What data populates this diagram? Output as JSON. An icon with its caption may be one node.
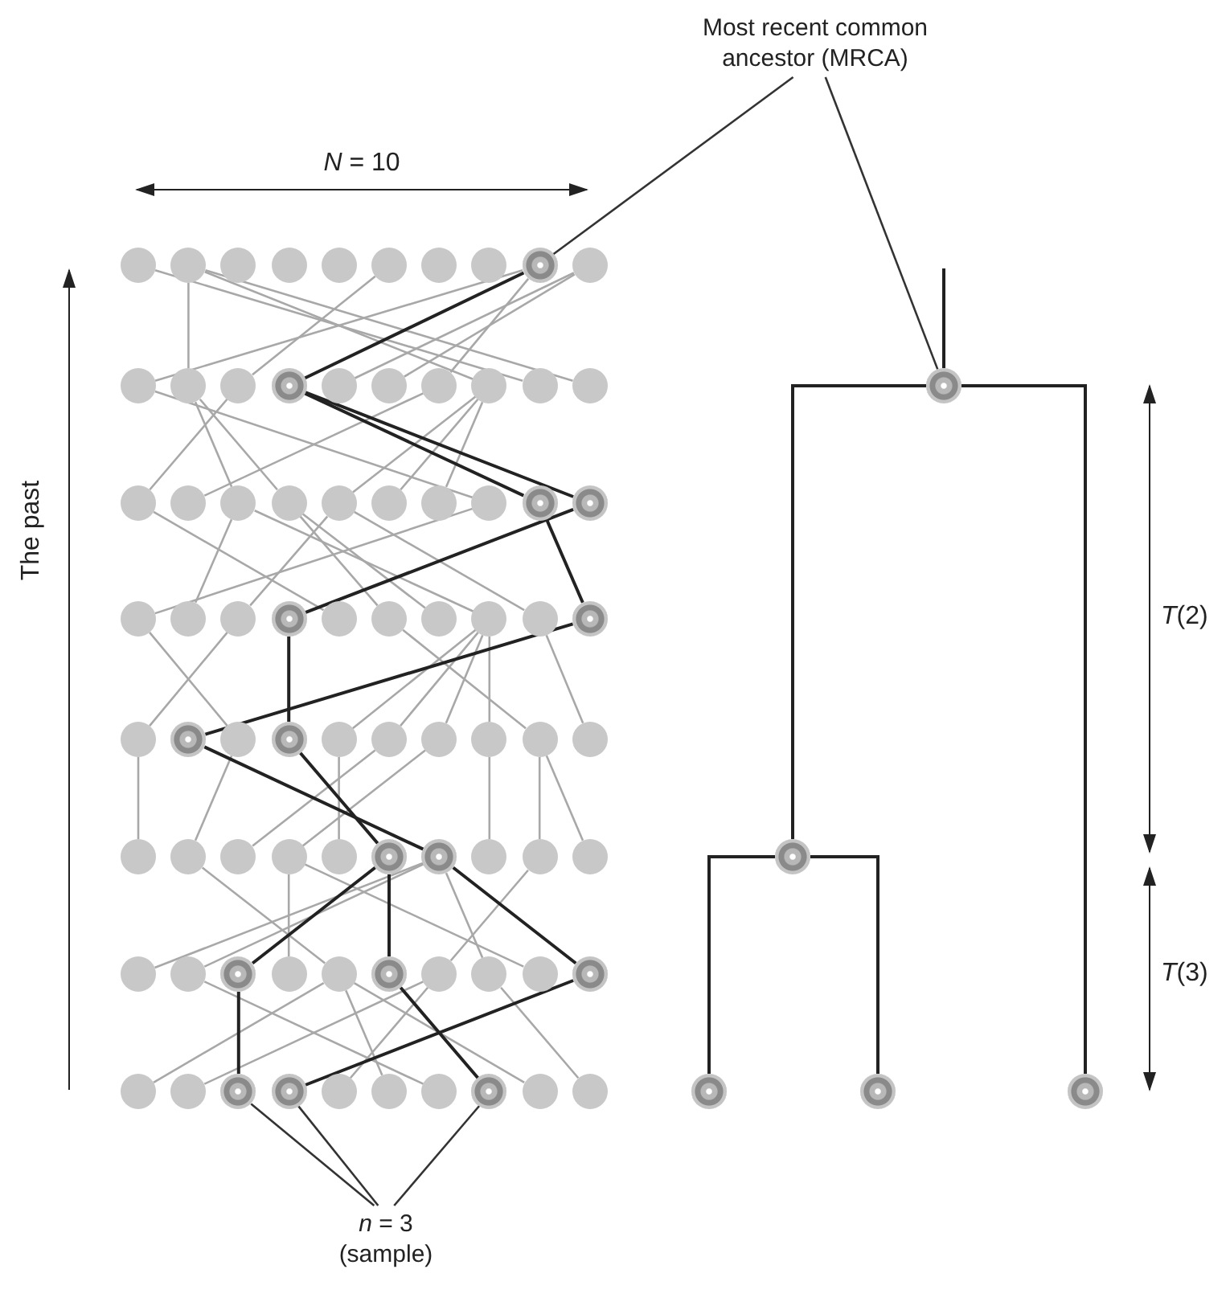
{
  "diagram": {
    "nodes": [
      {
        "text": [
          "Most recent common ancestor (MRCA)"
        ]
      },
      {
        "text": [],
        "shape": "circle"
      },
      {
        "text": [],
        "shape": "circle"
      },
      {
        "text": [],
        "shape": "circle"
      },
      {
        "text": [],
        "shape": "circle"
      },
      {
        "text": [],
        "shape": "circle"
      },
      {
        "text": [],
        "shape": "circle"
      },
      {
        "text": [],
        "shape": "circle"
      },
      {
        "text": [],
        "shape": "circle"
      },
      {
        "text": [],
        "shape": "circle"
      },
      {
        "text": [],
        "shape": "circle"
      },
      {
        "text": [],
        "shape": "circle"
      },
      {
        "text": [],
        "shape": "circle"
      },
      {
        "text": [],
        "shape": "circle"
      },
      {
        "text": [],
        "shape": "circle"
      },
      {
        "text": [],
        "shape": "circle"
      },
      {
        "text": [],
        "shape": "circle"
      },
      {
        "text": [],
        "shape": "circle"
      },
      {
        "text": [],
        "shape": "circle"
      },
      {
        "text": [],
        "shape": "circle"
      },
      {
        "text": [],
        "shape": "circle"
      },
      {
        "text": [],
        "shape": "circle"
      },
      {
        "text": [],
        "shape": "circle"
      },
      {
        "text": [],
        "shape": "circle"
      },
      {
        "text": [],
        "shape": "circle"
      },
      {
        "text": [],
        "shape": "circle"
      },
      {
        "text": [],
        "shape": "circle"
      },
      {
        "text": [],
        "shape": "circle"
      },
      {
        "text": [],
        "shape": "circle"
      },
      {
        "text": [],
        "shape": "circle"
      },
      {
        "text": [],
        "shape": "circle"
      },
      {
        "text": [],
        "shape": "circle"
      },
      {
        "text": [],
        "shape": "circle"
      },
      {
        "text": [],
        "shape": "circle"
      },
      {
        "text": [],
        "shape": "circle"
      },
      {
        "text": [],
        "shape": "circle"
      },
      {
        "text": [],
        "shape": "circle"
      },
      {
        "text": [],
        "shape": "circle"
      },
      {
        "text": [],
        "shape": "circle"
      },
      {
        "text": [],
        "shape": "circle"
      },
      {
        "text": [],
        "shape": "circle"
      },
      {
        "text": [],
        "shape": "circle"
      },
      {
        "text": [],
        "shape": "circle"
      },
      {
        "text": [],
        "shape": "circle"
      },
      {
        "text": [],
        "shape": "circle"
      },
      {
        "text": [],
        "shape": "circle"
      },
      {
        "text": [],
        "shape": "circle"
      },
      {
        "text": [],
        "shape": "circle"
      },
      {
        "text": [],
        "shape": "circle"
      },
      {
        "text": [],
        "shape": "circle"
      },
      {
        "text": [],
        "shape": "circle"
      },
      {
        "text": [],
        "shape": "circle"
      },
      {
        "text": [],
        "shape": "circle"
      },
      {
        "text": [],
        "shape": "circle"
      },
      {
        "text": [],
        "shape": "circle"
      },
      {
        "text": [],
        "shape": "circle"
      },
      {
        "text": [],
        "shape": "circle"
      },
      {
        "text": [],
        "shape": "circle"
      },
      {
        "text": [],
        "shape": "circle"
      },
      {
        "text": [],
        "shape": "circle"
      },
      {
        "text": [],
        "shape": "circle"
      },
      {
        "text": [],
        "shape": "circle"
      },
      {
        "text": [],
        "shape": "circle"
      },
      {
        "text": [],
        "shape": "circle"
      },
      {
        "text": [],
        "shape": "circle"
      },
      {
        "text": [],
        "shape": "circle"
      },
      {
        "text": [],
        "shape": "circle"
      },
      {
        "text": [],
        "shape": "circle"
      },
      {
        "text": [],
        "shape": "circle"
      },
      {
        "text": [],
        "shape": "circle"
      },
      {
        "text": [],
        "shape": "circle"
      },
      {
        "text": [],
        "shape": "circle"
      },
      {
        "text": [],
        "shape": "circle"
      },
      {
        "text": [],
        "shape": "circle"
      },
      {
        "text": [],
        "shape": "circle"
      },
      {
        "text": [],
        "shape": "circle"
      },
      {
        "text": [],
        "shape": "circle"
      },
      {
        "text": [],
        "shape": "circle"
      },
      {
        "text": [],
        "shape": "circle"
      },
      {
        "text": [],
        "shape": "circle"
      },
      {
        "text": [],
        "shape": "circle"
      },
      {
        "text": [],
        "shape": "circle"
      },
      {
        "text": [],
        "shape": "circle"
      },
      {
        "text": [],
        "shape": "circle"
      },
      {
        "text": [],
        "shape": "circle"
      },
      {
        "text": [],
        "shape": "circle"
      },
      {
        "text": [
          "*n* = 3 (sample)"
        ]
      }
    ],
    "edges": [
      {
        "from": 9,
        "to": 11,
        "arrow": "none"
      },
      {
        "from": 2,
        "to": 12,
        "arrow": "none"
      },
      {
        "from": 6,
        "to": 13,
        "arrow": "none"
      },
      {
        "from": 9,
        "to": 14,
        "arrow": "none",
        "color": "#222222"
      },
      {
        "from": 10,
        "to": 15,
        "arrow": "none"
      },
      {
        "from": 10,
        "to": 16,
        "arrow": "none"
      },
      {
        "from": 9,
        "to": 17,
        "arrow": "none"
      },
      {
        "from": 2,
        "to": 18,
        "arrow": "none"
      },
      {
        "from": 1,
        "to": 19,
        "arrow": "none"
      },
      {
        "from": 2,
        "to": 20,
        "arrow": "none"
      },
      {
        "from": 13,
        "to": 21,
        "arrow": "none"
      },
      {
        "from": 17,
        "to": 22,
        "arrow": "none"
      },
      {
        "from": 12,
        "to": 23,
        "arrow": "none"
      },
      {
        "from": 12,
        "to": 24,
        "arrow": "none"
      },
      {
        "from": 18,
        "to": 25,
        "arrow": "none"
      },
      {
        "from": 18,
        "to": 26,
        "arrow": "none"
      },
      {
        "from": 18,
        "to": 27,
        "arrow": "none"
      },
      {
        "from": 11,
        "to": 28,
        "arrow": "none"
      },
      {
        "from": 14,
        "to": 29,
        "arrow": "none",
        "color": "#222222"
      },
      {
        "from": 14,
        "to": 30,
        "arrow": "none",
        "color": "#222222"
      },
      {
        "from": 28,
        "to": 31,
        "arrow": "none"
      },
      {
        "from": 23,
        "to": 32,
        "arrow": "none"
      },
      {
        "from": 25,
        "to": 33,
        "arrow": "none"
      },
      {
        "from": 30,
        "to": 34,
        "arrow": "none",
        "color": "#222222"
      },
      {
        "from": 21,
        "to": 35,
        "arrow": "none"
      },
      {
        "from": 24,
        "to": 36,
        "arrow": "none"
      },
      {
        "from": 24,
        "to": 37,
        "arrow": "none"
      },
      {
        "from": 23,
        "to": 38,
        "arrow": "none"
      },
      {
        "from": 25,
        "to": 39,
        "arrow": "none"
      },
      {
        "from": 29,
        "to": 40,
        "arrow": "none",
        "color": "#222222"
      },
      {
        "from": 33,
        "to": 41,
        "arrow": "none"
      },
      {
        "from": 40,
        "to": 42,
        "arrow": "none",
        "color": "#222222"
      },
      {
        "from": 31,
        "to": 43,
        "arrow": "none"
      },
      {
        "from": 34,
        "to": 44,
        "arrow": "none",
        "color": "#222222"
      },
      {
        "from": 38,
        "to": 45,
        "arrow": "none"
      },
      {
        "from": 38,
        "to": 46,
        "arrow": "none"
      },
      {
        "from": 38,
        "to": 47,
        "arrow": "none"
      },
      {
        "from": 38,
        "to": 48,
        "arrow": "none"
      },
      {
        "from": 36,
        "to": 49,
        "arrow": "none"
      },
      {
        "from": 39,
        "to": 50,
        "arrow": "none"
      },
      {
        "from": 41,
        "to": 51,
        "arrow": "none"
      },
      {
        "from": 43,
        "to": 52,
        "arrow": "none"
      },
      {
        "from": 46,
        "to": 53,
        "arrow": "none"
      },
      {
        "from": 47,
        "to": 54,
        "arrow": "none"
      },
      {
        "from": 45,
        "to": 55,
        "arrow": "none"
      },
      {
        "from": 44,
        "to": 56,
        "arrow": "none",
        "color": "#222222"
      },
      {
        "from": 42,
        "to": 57,
        "arrow": "none",
        "color": "#222222"
      },
      {
        "from": 48,
        "to": 58,
        "arrow": "none"
      },
      {
        "from": 49,
        "to": 59,
        "arrow": "none"
      },
      {
        "from": 49,
        "to": 60,
        "arrow": "none"
      },
      {
        "from": 57,
        "to": 61,
        "arrow": "none"
      },
      {
        "from": 57,
        "to": 62,
        "arrow": "none"
      },
      {
        "from": 56,
        "to": 63,
        "arrow": "none",
        "color": "#222222"
      },
      {
        "from": 54,
        "to": 64,
        "arrow": "none"
      },
      {
        "from": 52,
        "to": 65,
        "arrow": "none"
      },
      {
        "from": 56,
        "to": 66,
        "arrow": "none",
        "color": "#222222"
      },
      {
        "from": 59,
        "to": 67,
        "arrow": "none"
      },
      {
        "from": 57,
        "to": 68,
        "arrow": "none"
      },
      {
        "from": 54,
        "to": 69,
        "arrow": "none"
      },
      {
        "from": 57,
        "to": 70,
        "arrow": "none",
        "color": "#222222"
      },
      {
        "from": 65,
        "to": 71,
        "arrow": "none"
      },
      {
        "from": 67,
        "to": 72,
        "arrow": "none"
      },
      {
        "from": 63,
        "to": 73,
        "arrow": "none",
        "color": "#222222"
      },
      {
        "from": 70,
        "to": 74,
        "arrow": "none",
        "color": "#222222"
      },
      {
        "from": 67,
        "to": 75,
        "arrow": "none"
      },
      {
        "from": 65,
        "to": 76,
        "arrow": "none"
      },
      {
        "from": 62,
        "to": 77,
        "arrow": "none"
      },
      {
        "from": 66,
        "to": 78,
        "arrow": "none",
        "color": "#222222"
      },
      {
        "from": 65,
        "to": 79,
        "arrow": "none"
      },
      {
        "from": 68,
        "to": 80,
        "arrow": "none"
      },
      {
        "from": 81,
        "to": null,
        "arrow": "none",
        "color": "#222222"
      },
      {
        "from": 81,
        "to": 82,
        "arrow": "none",
        "color": "#222222"
      },
      {
        "from": 81,
        "to": 85,
        "arrow": "none",
        "color": "#222222"
      },
      {
        "from": 82,
        "to": 83,
        "arrow": "none",
        "color": "#222222"
      },
      {
        "from": 82,
        "to": 84,
        "arrow": "none",
        "color": "#222222"
      },
      {
        "from": 0,
        "to": 9,
        "arrow": "none",
        "color": "#333333"
      },
      {
        "from": 0,
        "to": 81,
        "arrow": "none",
        "color": "#333333"
      },
      {
        "from": 86,
        "to": 73,
        "arrow": "none",
        "color": "#333333"
      },
      {
        "from": 86,
        "to": 74,
        "arrow": "none",
        "color": "#333333"
      },
      {
        "from": 86,
        "to": 78,
        "arrow": "none",
        "color": "#333333"
      }
    ],
    "labels": [
      "*N* = 10",
      "The past",
      "*T*(2)",
      "*T*(3)"
    ]
  }
}
